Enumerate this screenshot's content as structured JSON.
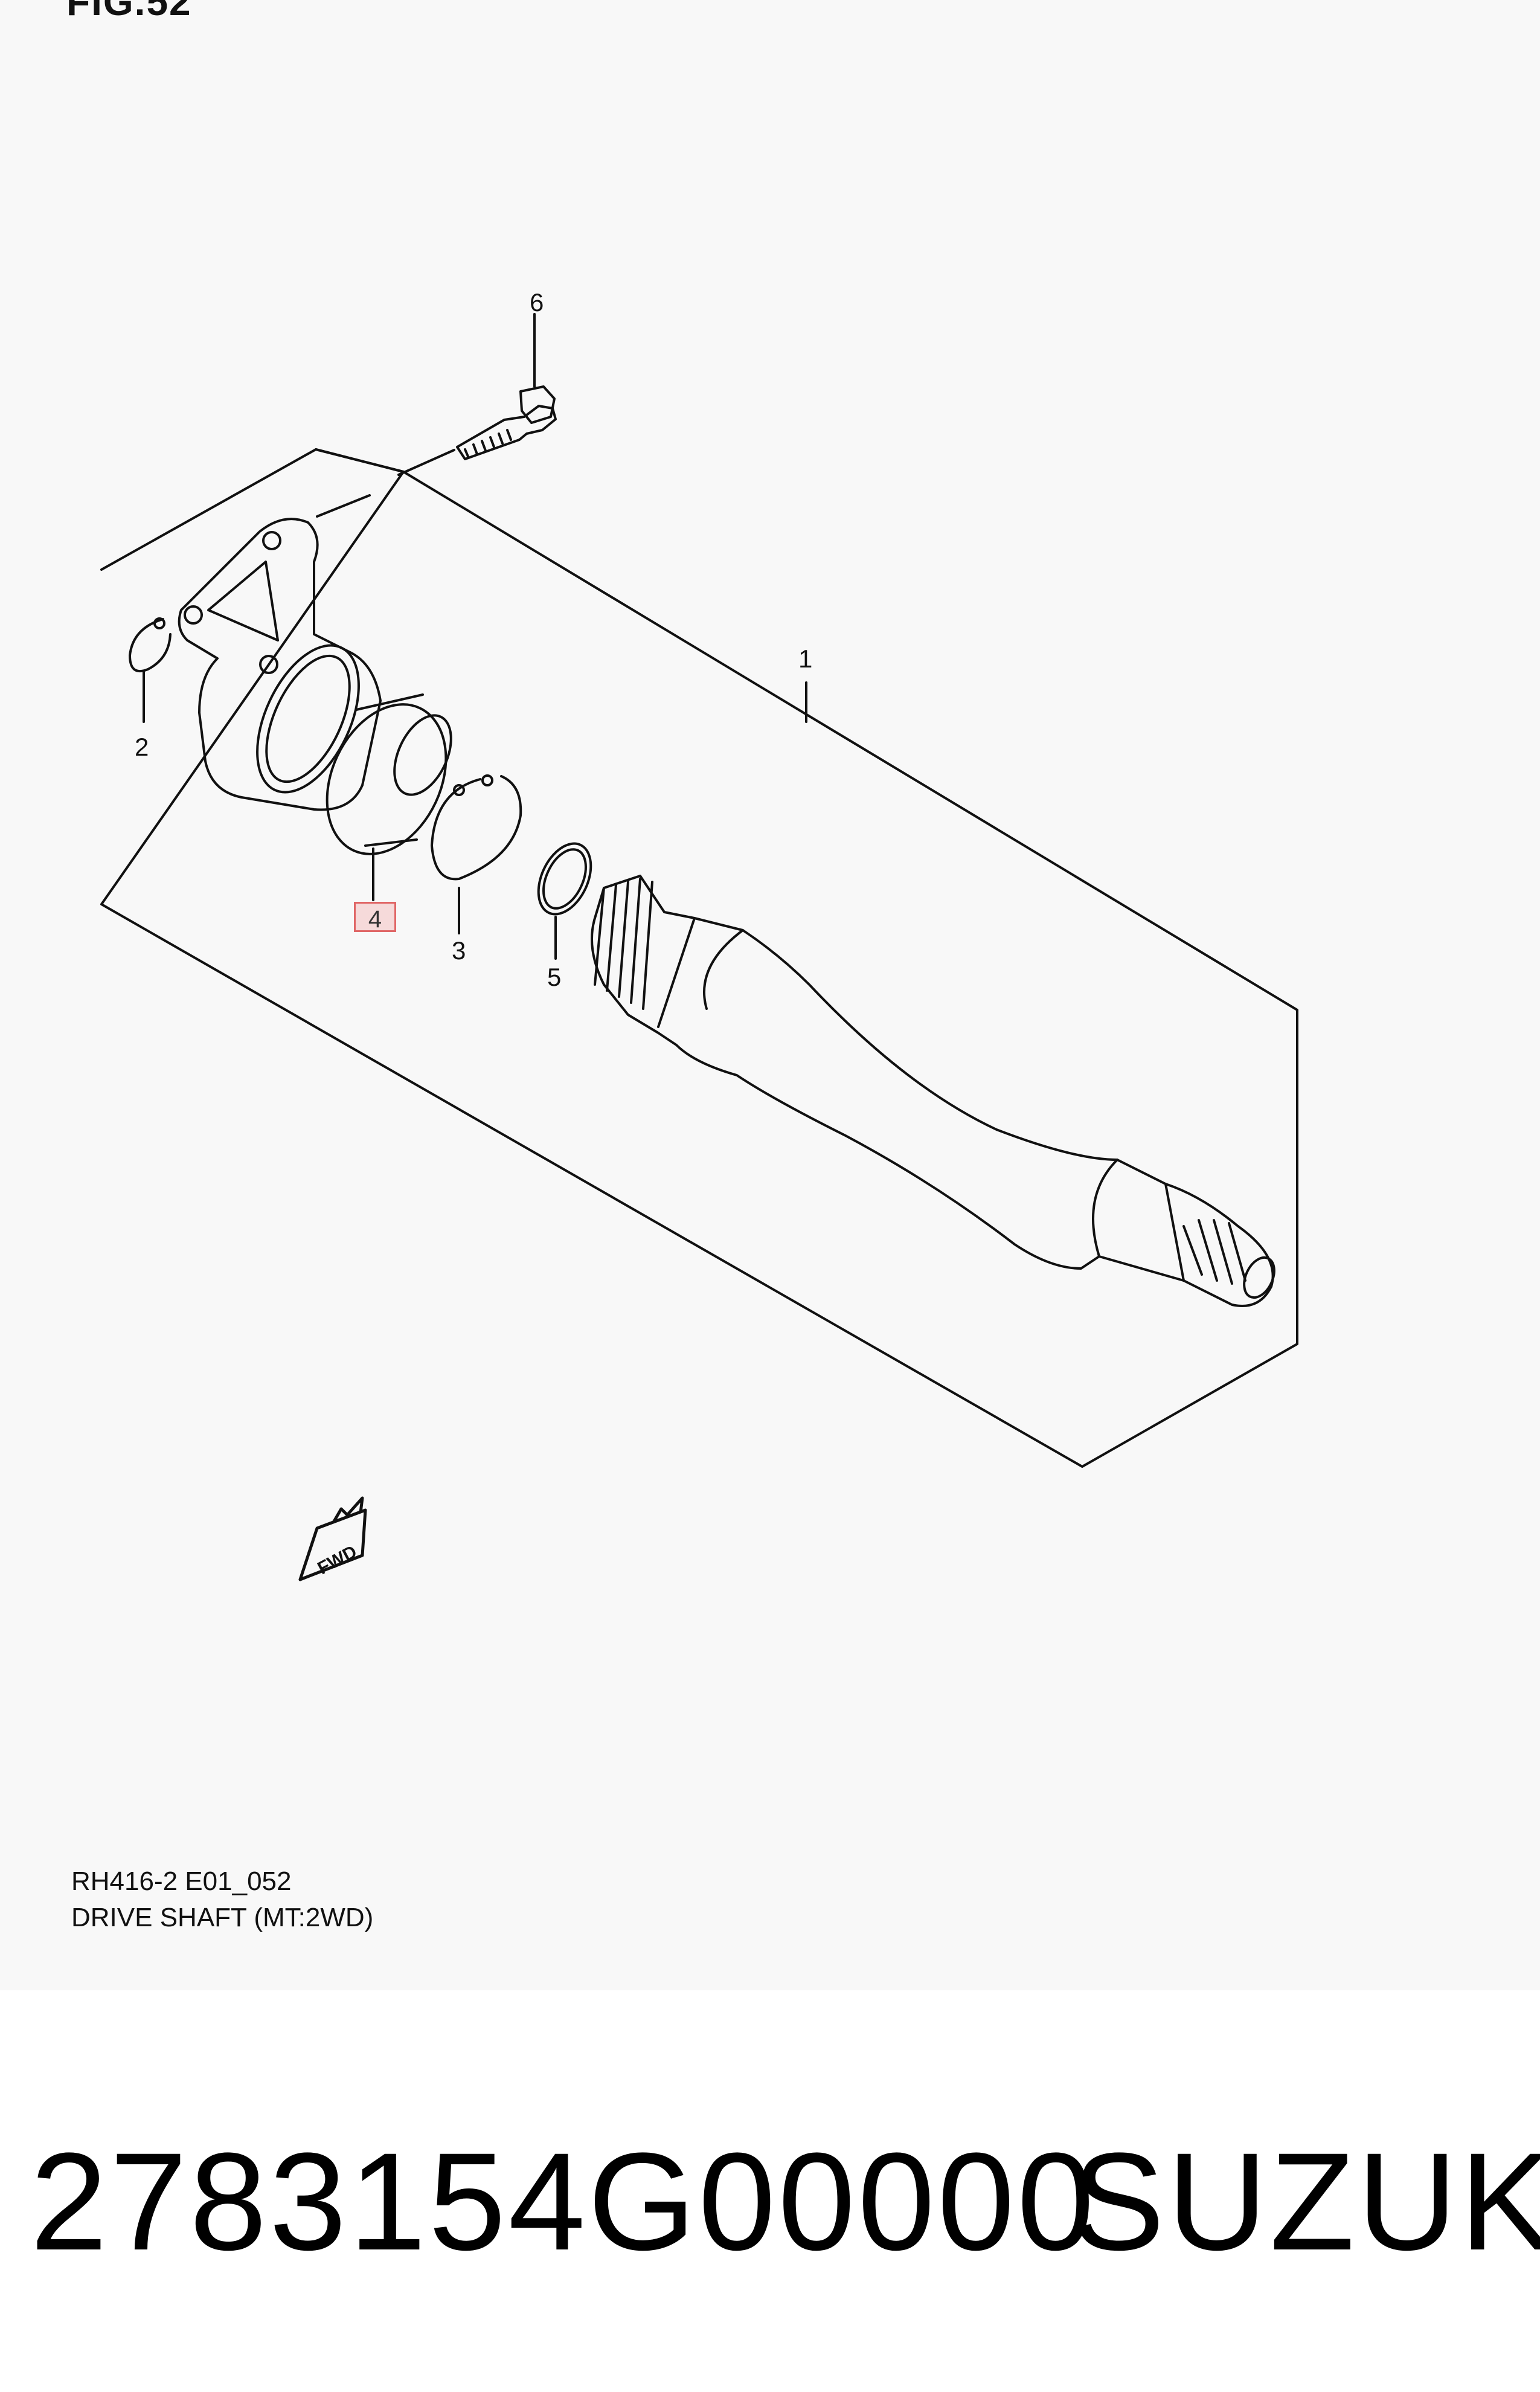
{
  "figure_label": "FIG.52",
  "callouts": {
    "c1": "1",
    "c2": "2",
    "c3": "3",
    "c4": "4",
    "c5": "5",
    "c6": "6"
  },
  "highlighted_callout": "4",
  "direction_arrow": "FWD",
  "caption": {
    "code": "RH416-2 E01_052",
    "title": "DRIVE SHAFT (MT:2WD)"
  },
  "part_number": "2783154G00000",
  "brand": "SUZUKI",
  "colors": {
    "highlight_border": "#e06666",
    "highlight_fill": "#f6dada",
    "line": "#111111"
  }
}
